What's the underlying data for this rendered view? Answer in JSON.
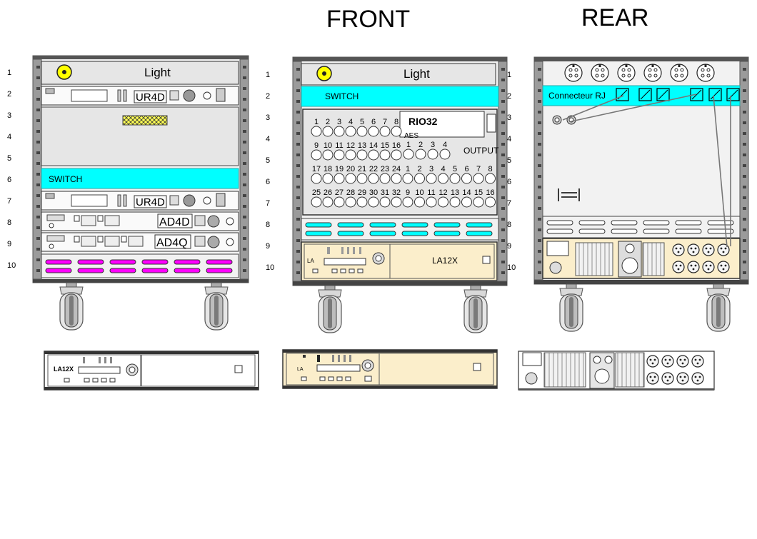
{
  "headings": {
    "front": "FRONT",
    "rear": "REAR"
  },
  "rack_units": [
    "1",
    "2",
    "3",
    "4",
    "5",
    "6",
    "7",
    "8",
    "9",
    "10"
  ],
  "colors": {
    "cyan": "#00ffff",
    "magenta": "#ff00ff",
    "rail": "#9b9b9b",
    "cream": "#fbeecb",
    "panel": "#e6e6e6"
  },
  "rack_left": {
    "light_label": "Light",
    "ur4d_label_top": "UR4D",
    "switch_label": "SWITCH",
    "ur4d_label_bottom": "UR4D",
    "ad4d_label": "AD4D",
    "ad4q_label": "AD4Q"
  },
  "rack_front": {
    "light_label": "Light",
    "switch_label": "SWITCH",
    "rio_title": "RIO32",
    "rio_aes": "AES",
    "rio_output": "OUTPUT",
    "rio_input_rows": [
      [
        "1",
        "2",
        "3",
        "4",
        "5",
        "6",
        "7",
        "8"
      ],
      [
        "9",
        "10",
        "11",
        "12",
        "13",
        "14",
        "15",
        "16"
      ],
      [
        "17",
        "18",
        "19",
        "20",
        "21",
        "22",
        "23",
        "24"
      ],
      [
        "25",
        "26",
        "27",
        "28",
        "29",
        "30",
        "31",
        "32"
      ]
    ],
    "rio_aes_nums": [
      "1",
      "2",
      "3",
      "4"
    ],
    "rio_output_rows": [
      [
        "1",
        "2",
        "3",
        "4",
        "5",
        "6",
        "7",
        "8"
      ],
      [
        "9",
        "10",
        "11",
        "12",
        "13",
        "14",
        "15",
        "16"
      ]
    ],
    "amp_label": "LA12X",
    "amp_logo": "LA"
  },
  "rack_rear": {
    "connector_label": "Connecteur RJ"
  },
  "standalone": {
    "amp1_label": "LA12X",
    "amp2_logo": "LA"
  }
}
